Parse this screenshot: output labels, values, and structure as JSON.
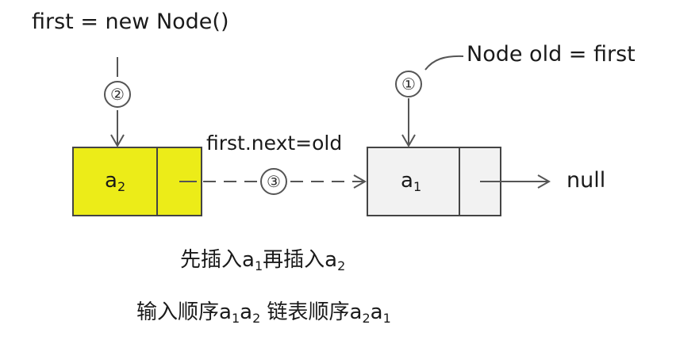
{
  "labels": {
    "first_new": "first = new Node()",
    "node_old": "Node old = first",
    "first_next": "first.next=old",
    "null_text": "null"
  },
  "steps": {
    "one": "①",
    "two": "②",
    "three": "③"
  },
  "nodes": {
    "a2": {
      "base": "a",
      "sub": "2",
      "fill": "#ecec18"
    },
    "a1": {
      "base": "a",
      "sub": "1",
      "fill": "#f2f2f2"
    }
  },
  "captions": {
    "line1": {
      "t1": "先插入",
      "a": "a",
      "s1": "1",
      "t2": "再插入",
      "b": "a",
      "s2": "2"
    },
    "line2": {
      "t1": "输入顺序",
      "a": "a",
      "s1": "1",
      "b": "a",
      "s2": "2",
      "t2": " 链表顺序",
      "c": "a",
      "s3": "2",
      "d": "a",
      "s4": "1"
    }
  }
}
